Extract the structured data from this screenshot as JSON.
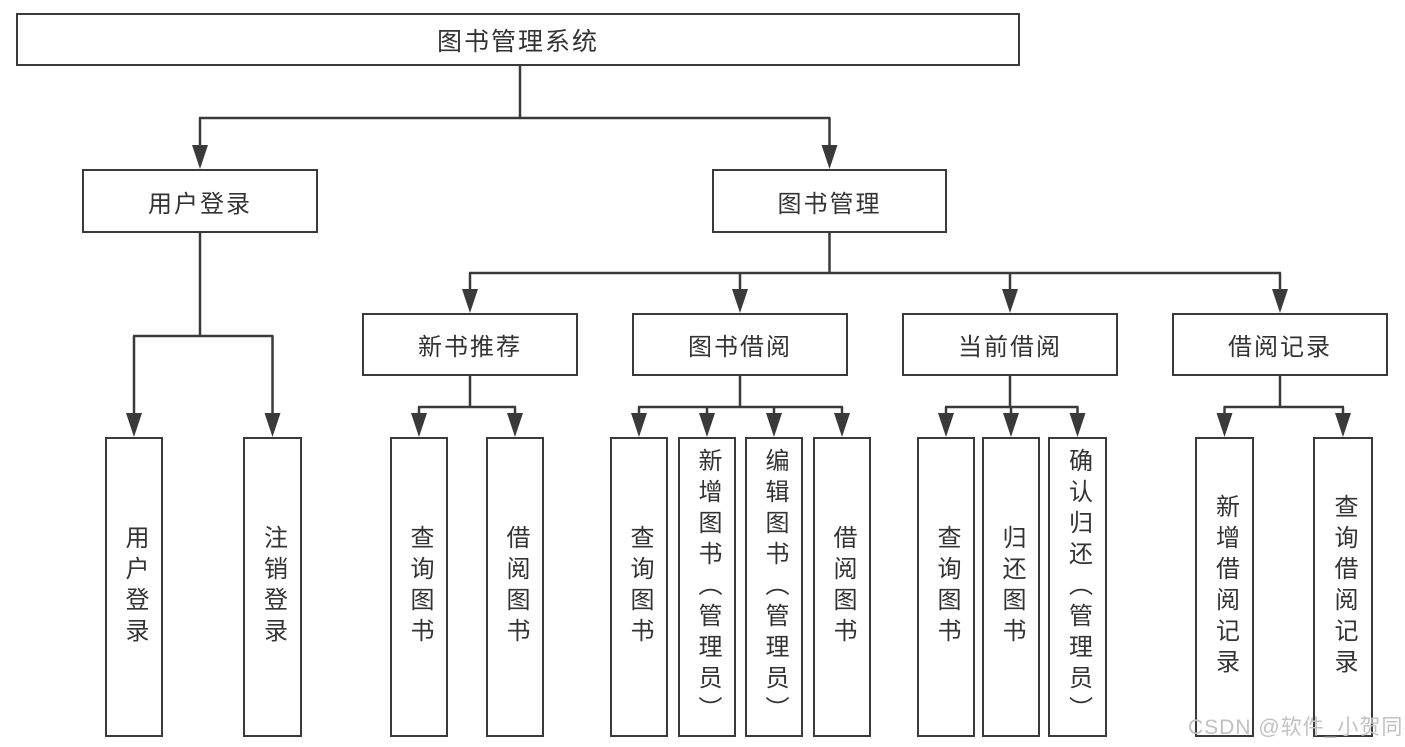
{
  "diagram_title": "图书管理系统",
  "tree": {
    "label": "图书管理系统",
    "children": [
      {
        "label": "用户登录",
        "children": [
          {
            "label": "用户登录"
          },
          {
            "label": "注销登录"
          }
        ]
      },
      {
        "label": "图书管理",
        "children": [
          {
            "label": "新书推荐",
            "children": [
              {
                "label": "查询图书"
              },
              {
                "label": "借阅图书"
              }
            ]
          },
          {
            "label": "图书借阅",
            "children": [
              {
                "label": "查询图书"
              },
              {
                "label": "新增图书（管理员）"
              },
              {
                "label": "编辑图书（管理员）"
              },
              {
                "label": "借阅图书"
              }
            ]
          },
          {
            "label": "当前借阅",
            "children": [
              {
                "label": "查询图书"
              },
              {
                "label": "归还图书"
              },
              {
                "label": "确认归还（管理员）"
              }
            ]
          },
          {
            "label": "借阅记录",
            "children": [
              {
                "label": "新增借阅记录"
              },
              {
                "label": "查询借阅记录"
              }
            ]
          }
        ]
      }
    ]
  },
  "watermark": {
    "text": "CSDN @软件_小贺同学"
  },
  "colors": {
    "line": "#3a3a3a",
    "text": "#333333",
    "background": "#ffffff",
    "watermark": "#c2c1c1"
  }
}
